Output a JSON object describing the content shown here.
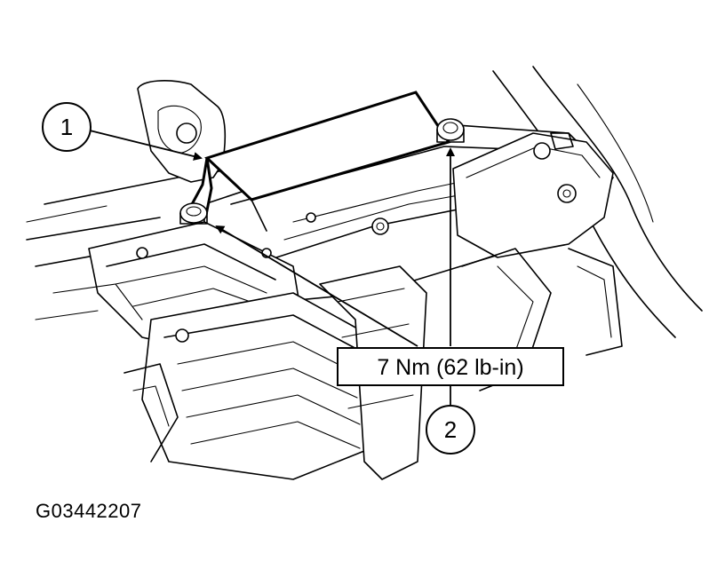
{
  "callouts": {
    "one": "1",
    "two": "2"
  },
  "torque_spec": "7 Nm (62 lb-in)",
  "figure_id": "G03442207"
}
